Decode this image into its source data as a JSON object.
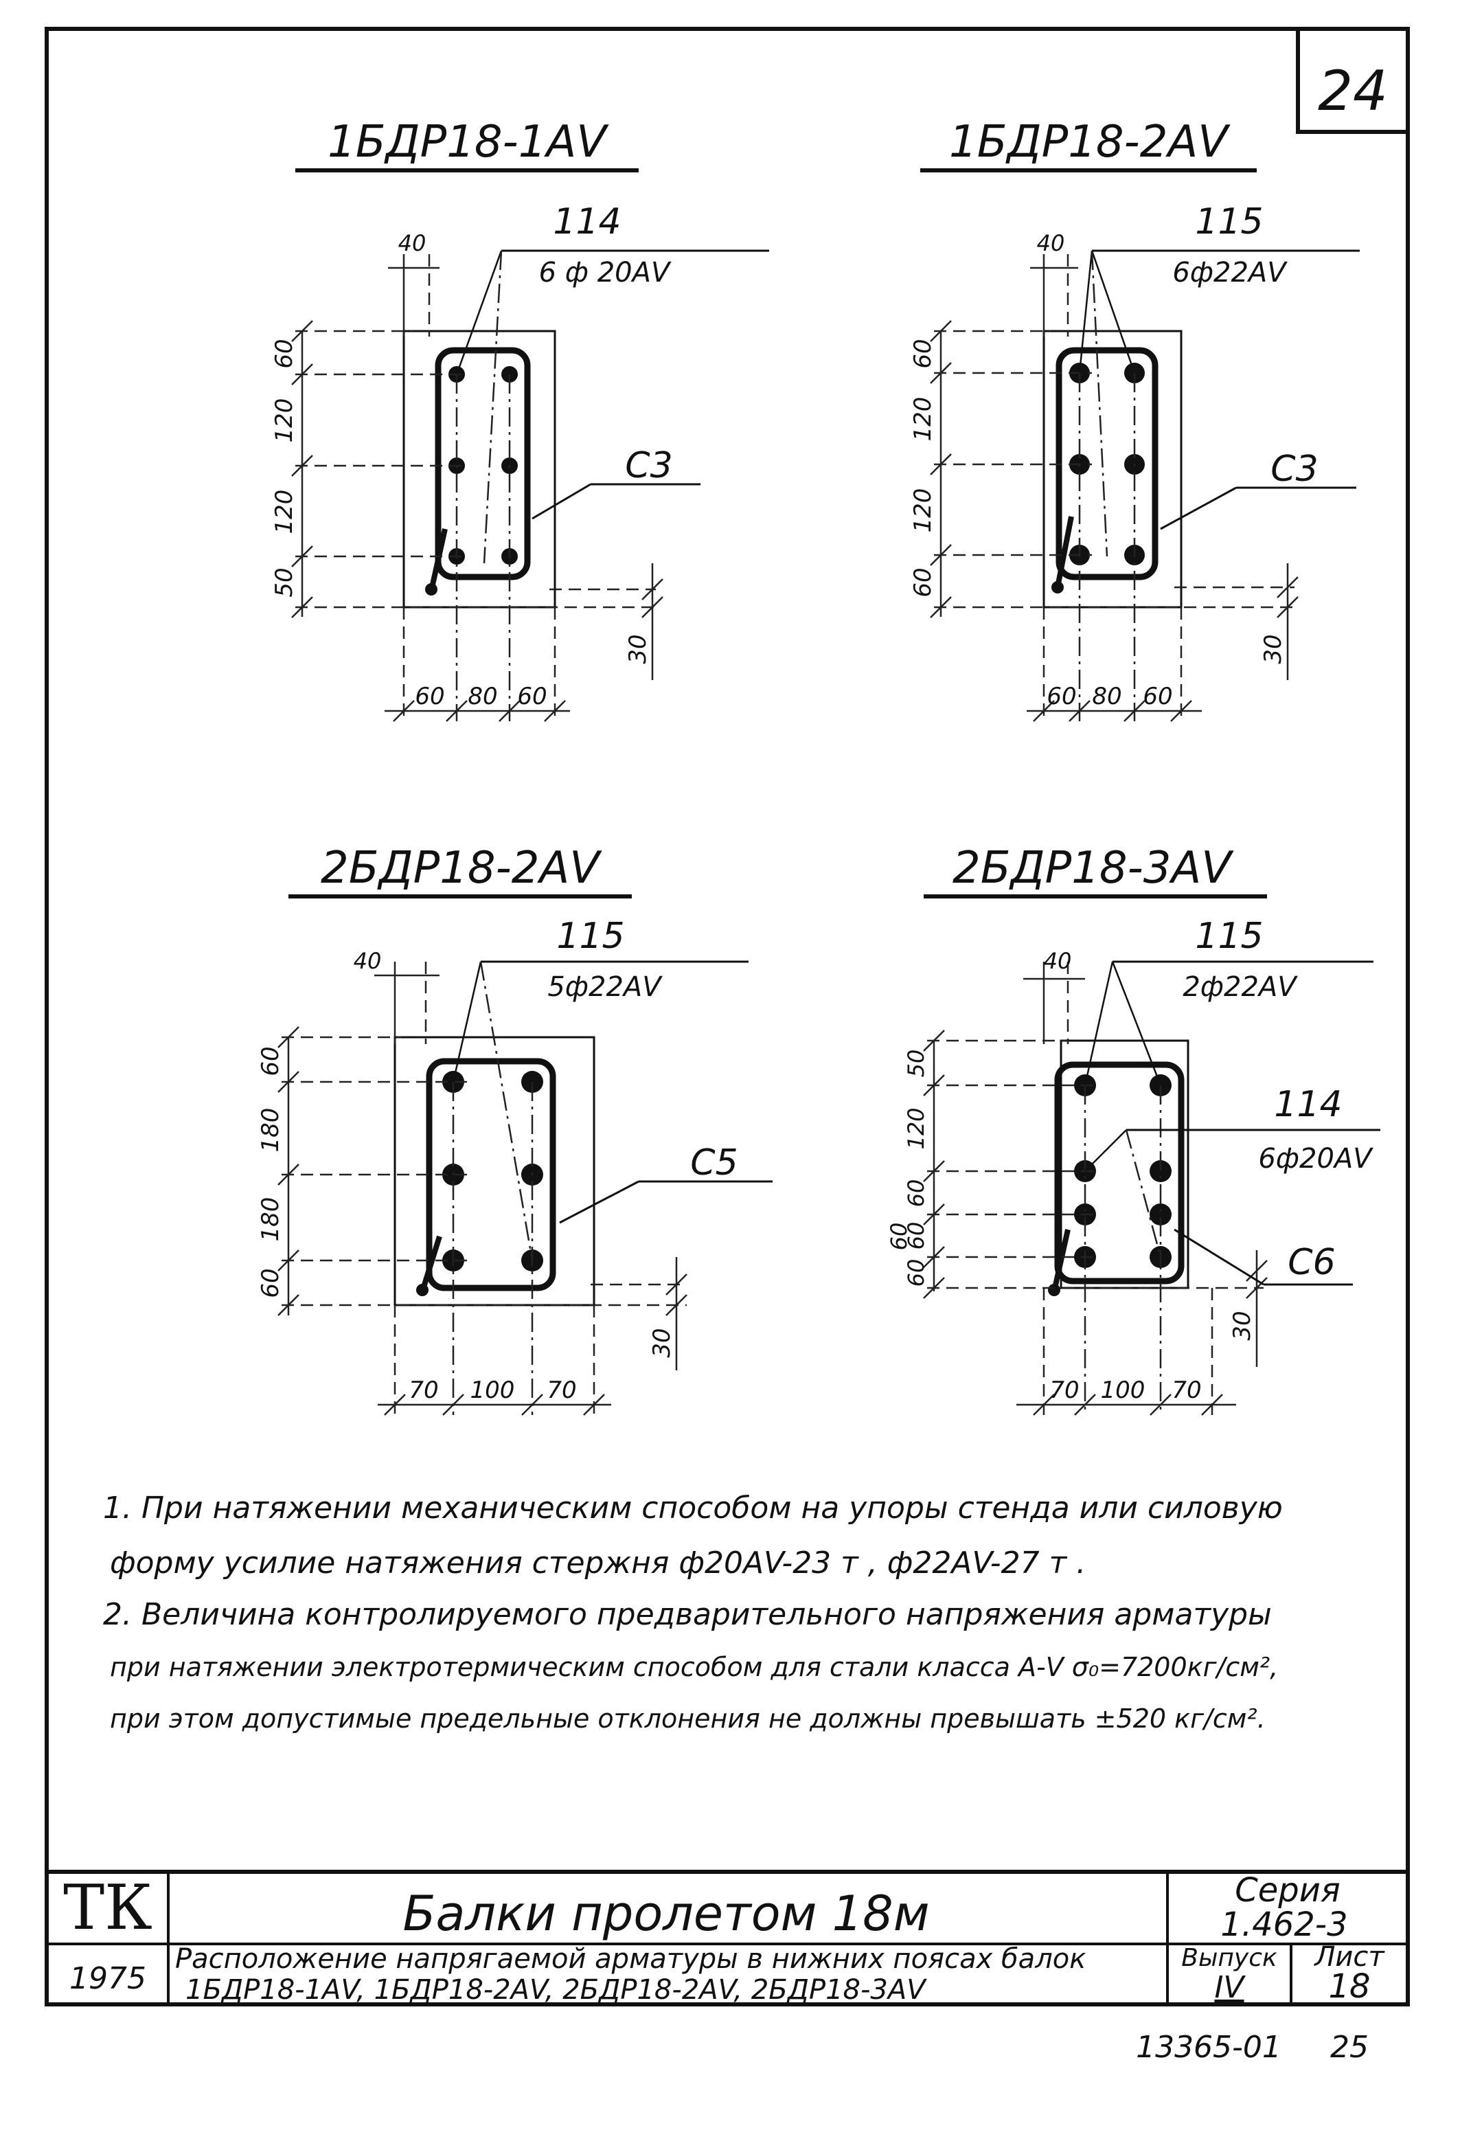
{
  "sheet_corner_number": "24",
  "sections": [
    {
      "id": "s1",
      "title": "1БДР18-1АV",
      "rebar_top_mark": "114",
      "rebar_top_spec": "6 ф 20АV",
      "stirrup_mark": "С3",
      "cover_top": "40",
      "vertical_dims": [
        "60",
        "120",
        "120",
        "50"
      ],
      "bottom_dim": "30",
      "horizontal_dims": [
        "60",
        "80",
        "60"
      ]
    },
    {
      "id": "s2",
      "title": "1БДР18-2АV",
      "rebar_top_mark": "115",
      "rebar_top_spec": "6ф22АV",
      "stirrup_mark": "С3",
      "cover_top": "40",
      "vertical_dims": [
        "60",
        "120",
        "120",
        "60"
      ],
      "bottom_dim": "30",
      "horizontal_dims": [
        "60",
        "80",
        "60"
      ]
    },
    {
      "id": "s3",
      "title": "2БДР18-2АV",
      "rebar_top_mark": "115",
      "rebar_top_spec": "5ф22АV",
      "stirrup_mark": "С5",
      "cover_top": "40",
      "vertical_dims": [
        "60",
        "180",
        "180",
        "60"
      ],
      "bottom_dim": "30",
      "horizontal_dims": [
        "70",
        "100",
        "70"
      ]
    },
    {
      "id": "s4",
      "title": "2БДР18-3АV",
      "rebar_top_mark": "115",
      "rebar_top_spec": "2ф22АV",
      "rebar_mid_mark": "114",
      "rebar_mid_spec": "6ф20АV",
      "stirrup_mark": "С6",
      "cover_top": "40",
      "vertical_dims": [
        "50",
        "120",
        "60",
        "60",
        "60",
        "60"
      ],
      "bottom_dim": "30",
      "horizontal_dims": [
        "70",
        "100",
        "70"
      ]
    }
  ],
  "notes": [
    "1. При натяжении механическим способом на упоры стенда или силовую",
    "форму усилие натяжения стержня ф20АV-23 т , ф22АV-27 т .",
    "2. Величина контролируемого предварительного напряжения арматуры",
    "при натяжении электротермическим способом для стали класса А-V σ₀=7200кг/см²,",
    "при этом допустимые предельные отклонения не должны превышать ±520 кг/см²."
  ],
  "title_block": {
    "logo": "ТК",
    "title": "Балки пролетом 18м",
    "series_label": "Серия",
    "series_value": "1.462-3",
    "year": "1975",
    "subtitle_line1": "Расположение напрягаемой арматуры в нижних поясах балок",
    "subtitle_line2": "1БДР18-1АV, 1БДР18-2АV, 2БДР18-2АV, 2БДР18-3АV",
    "issue_label": "Выпуск",
    "issue_value": "IV",
    "sheet_label": "Лист",
    "sheet_value": "18"
  },
  "bottom_number": "13365-01",
  "bottom_page": "25"
}
